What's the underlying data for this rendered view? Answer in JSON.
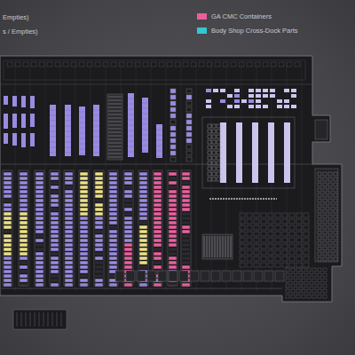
{
  "diagram": {
    "labels": [
      "Empties)",
      "s / Empties)"
    ],
    "legend": [
      {
        "text": "GA CMC Containers",
        "color": "#e9609d"
      },
      {
        "text": "Body Shop Cross-Dock Parts",
        "color": "#35c6d3"
      }
    ]
  }
}
